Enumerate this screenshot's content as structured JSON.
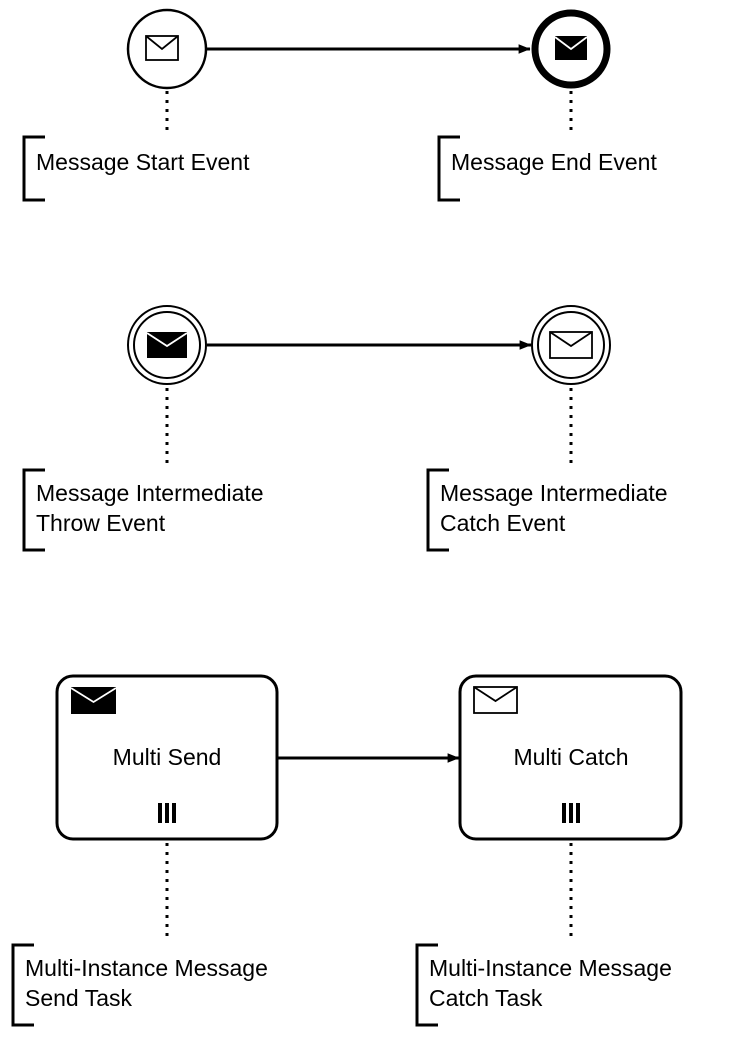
{
  "colors": {
    "stroke": "#000000",
    "fill": "#ffffff"
  },
  "events": {
    "message_start": {
      "icon": "envelope-outline-icon",
      "annotation": [
        "Message Start Event"
      ]
    },
    "message_end": {
      "icon": "envelope-filled-icon",
      "annotation": [
        "Message End Event"
      ]
    },
    "intermediate_throw": {
      "icon": "envelope-filled-icon",
      "annotation": [
        "Message Intermediate",
        "Throw Event"
      ]
    },
    "intermediate_catch": {
      "icon": "envelope-outline-icon",
      "annotation": [
        "Message Intermediate",
        "Catch Event"
      ]
    }
  },
  "tasks": {
    "multi_send": {
      "name": "Multi Send",
      "icon": "envelope-filled-icon",
      "marker": "parallel-multi-instance-icon",
      "annotation": [
        "Multi-Instance Message",
        "Send Task"
      ]
    },
    "multi_catch": {
      "name": "Multi Catch",
      "icon": "envelope-outline-icon",
      "marker": "parallel-multi-instance-icon",
      "annotation": [
        "Multi-Instance Message",
        "Catch Task"
      ]
    }
  }
}
